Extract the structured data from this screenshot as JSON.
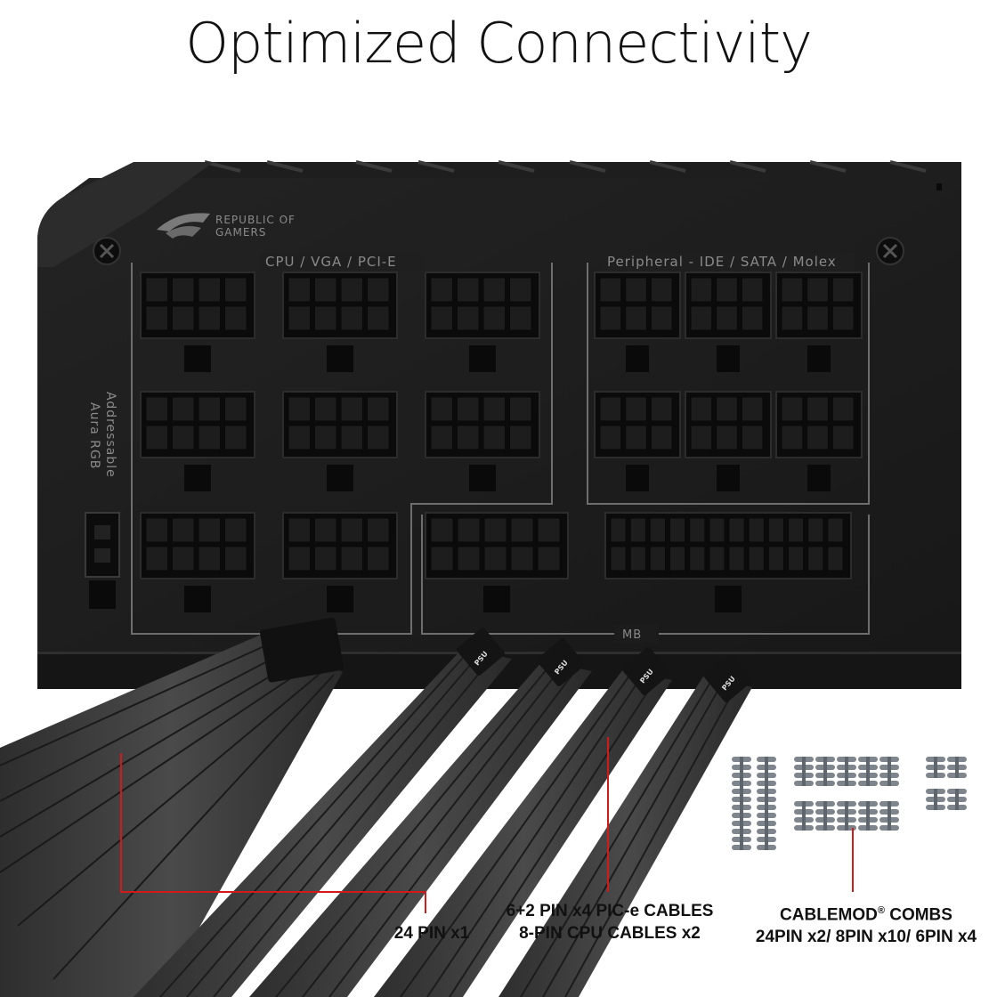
{
  "title": "Optimized Connectivity",
  "brand": {
    "line1": "REPUBLIC OF",
    "line2": "GAMERS",
    "logo_icon": "rog-eye-logo-icon"
  },
  "panel": {
    "group_cpu": "CPU / VGA / PCI-E",
    "group_peripheral": "Peripheral - IDE / SATA / Molex",
    "group_mb": "MB",
    "side_line1": "Addressable",
    "side_line2": "Aura RGB",
    "connector_tag": "PSU"
  },
  "labels": {
    "pin24": "24 PIN x1",
    "pcie_line1": "6+2 PIN x4 PIC-e CABLES",
    "pcie_line2": "8-PIN CPU CABLES x2",
    "comb_line1_text": "CABLEMOD",
    "comb_line1_mark": "®",
    "comb_line1_suffix": " COMBS",
    "comb_line2": "24PIN x2/ 8PIN x10/ 6PIN x4"
  },
  "colors": {
    "chassis": "#1c1c1c",
    "panel_line": "#6e6e6e",
    "callout": "#d11a1a",
    "cable": "#3a3a3a",
    "comb": "#7e858c"
  }
}
